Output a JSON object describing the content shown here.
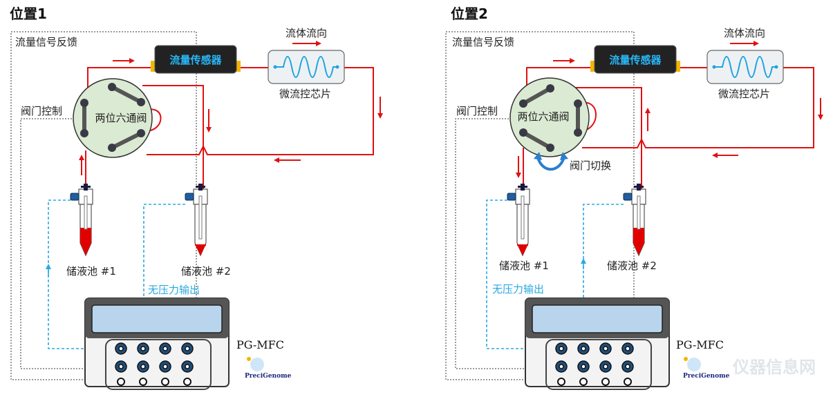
{
  "panels": [
    {
      "title": "位置1",
      "feedback_label": "流量信号反馈",
      "flow_direction_label": "流体流向",
      "sensor_label": "流量传感器",
      "chip_label": "微流控芯片",
      "valve_control_label": "阀门控制",
      "valve_label": "两位六通阀",
      "reservoir1_label": "储液池 #1",
      "reservoir2_label": "储液池 #2",
      "pressure_output_label": "无压力输出",
      "controller_model": "PG-MFC",
      "brand": "PreciGenome"
    },
    {
      "title": "位置2",
      "feedback_label": "流量信号反馈",
      "flow_direction_label": "流体流向",
      "sensor_label": "流量传感器",
      "chip_label": "微流控芯片",
      "valve_control_label": "阀门控制",
      "valve_label": "两位六通阀",
      "valve_switch_label": "阀门切换",
      "reservoir1_label": "储液池 #1",
      "reservoir2_label": "储液池 #2",
      "pressure_output_label": "无压力输出",
      "controller_model": "PG-MFC",
      "brand": "PreciGenome"
    }
  ],
  "watermark": "仪器信息网",
  "colors": {
    "flow_line": "#e01010",
    "pressure_line": "#29a8e0",
    "sensor_bg": "#222",
    "valve_fill": "#dbead2"
  }
}
